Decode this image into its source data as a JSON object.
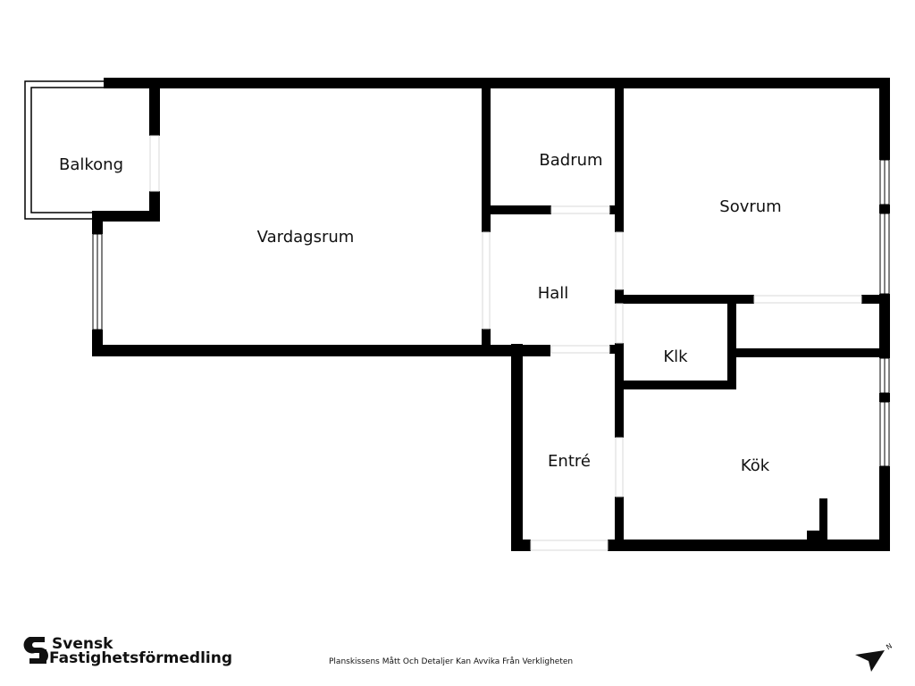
{
  "rooms": {
    "balkong": "Balkong",
    "vardagsrum": "Vardagsrum",
    "badrum": "Badrum",
    "sovrum": "Sovrum",
    "hall": "Hall",
    "klk": "Klk",
    "entre": "Entré",
    "kok": "Kök"
  },
  "logo": {
    "line1": "Svensk",
    "line2": "Fastighetsförmedling"
  },
  "disclaimer": "Planskissens Mått Och Detaljer Kan Avvika Från Verkligheten",
  "compass": {
    "label": "N"
  },
  "colors": {
    "wall": "#000000",
    "background": "#ffffff"
  }
}
